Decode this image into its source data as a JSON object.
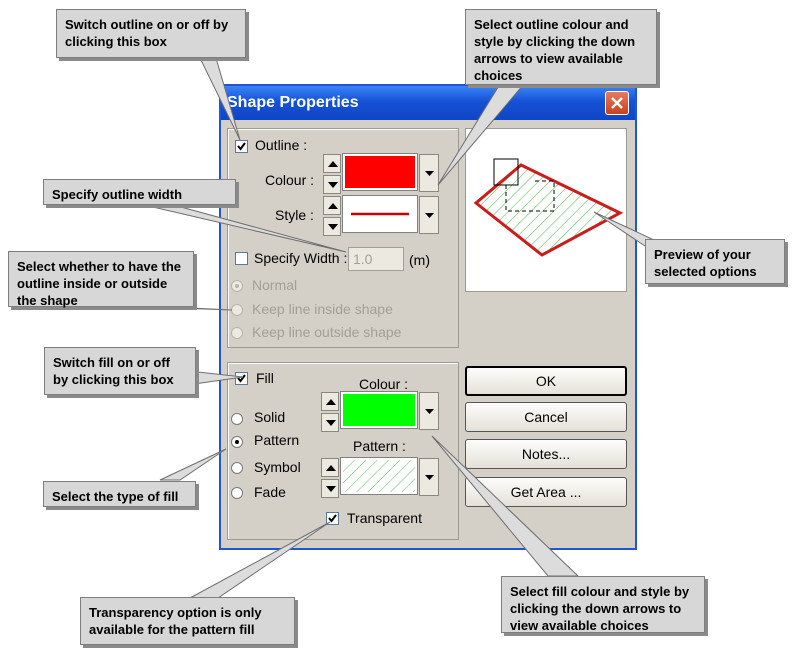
{
  "dialog": {
    "title": "Shape Properties",
    "outline": {
      "label": "Outline :",
      "checked": true,
      "colour_label": "Colour :",
      "colour": "#ff0000",
      "style_label": "Style :",
      "style_color": "#cc0000",
      "specify_width_label": "Specify Width :",
      "width_value": "1.0",
      "width_unit": "(m)",
      "options": [
        "Normal",
        "Keep line inside shape",
        "Keep line outside shape"
      ],
      "selected_option": "Normal"
    },
    "fill": {
      "label": "Fill",
      "checked": true,
      "colour_label": "Colour :",
      "colour": "#00ff00",
      "pattern_label": "Pattern :",
      "types": [
        "Solid",
        "Pattern",
        "Symbol",
        "Fade"
      ],
      "selected_type": "Pattern",
      "transparent_label": "Transparent",
      "transparent_checked": true
    },
    "buttons": {
      "ok": "OK",
      "cancel": "Cancel",
      "notes": "Notes...",
      "get_area": "Get Area ..."
    }
  },
  "callouts": {
    "outline_switch": "Switch outline on or off by clicking this box",
    "outline_colour": "Select outline colour and style by clicking the down arrows to view available choices",
    "outline_width": "Specify outline width",
    "inside_outside": "Select whether to have the outline inside or outside the shape",
    "preview": "Preview of your selected options",
    "fill_switch": "Switch fill on or off by clicking this box",
    "fill_type": "Select the type of fill",
    "fill_colour": "Select fill colour and style by clicking the down arrows to view available choices",
    "transparency": "Transparency option is only available for the pattern fill"
  }
}
